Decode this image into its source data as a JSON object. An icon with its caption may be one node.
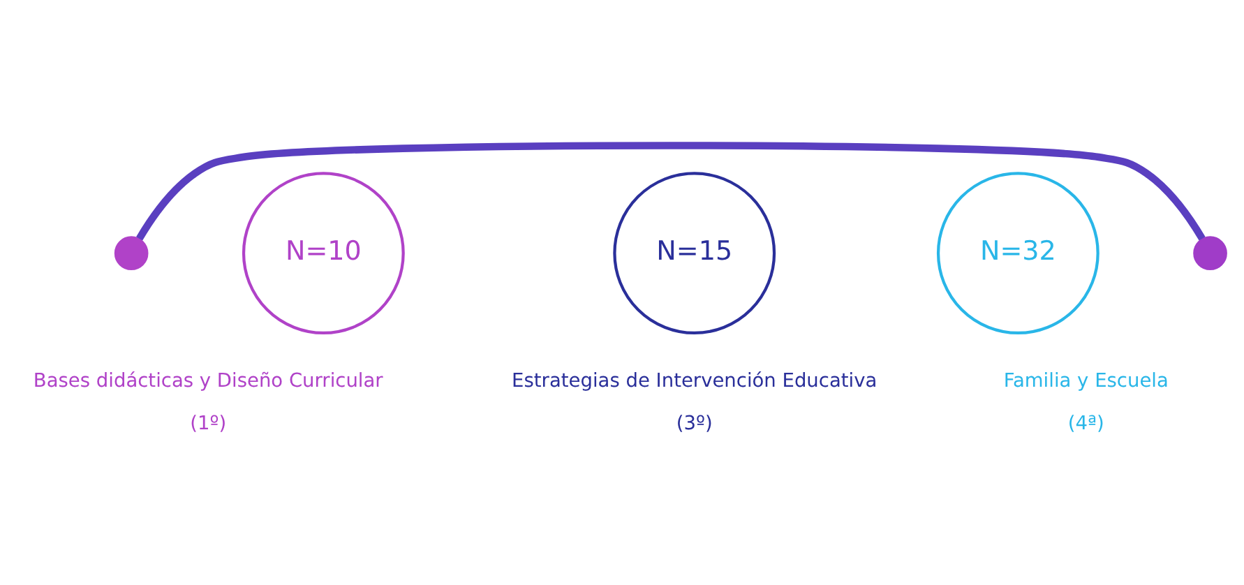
{
  "diagram": {
    "nodes": [
      {
        "text": [],
        "shape": "circle"
      },
      {
        "text": [
          "N=10"
        ],
        "beside": [
          "Bases didácticas y Diseño Curricular",
          "(1º)"
        ]
      },
      {
        "text": [
          "N=15"
        ],
        "beside": [
          "Estrategias de Intervención Educativa",
          "(3º)"
        ]
      },
      {
        "text": [
          "N=32"
        ],
        "beside": [
          "Familia y Escuela",
          "(4ª)"
        ]
      },
      {
        "text": [],
        "shape": "circle"
      }
    ],
    "edges": [
      {
        "from": 0,
        "to": 4,
        "arrow": "none"
      }
    ]
  }
}
